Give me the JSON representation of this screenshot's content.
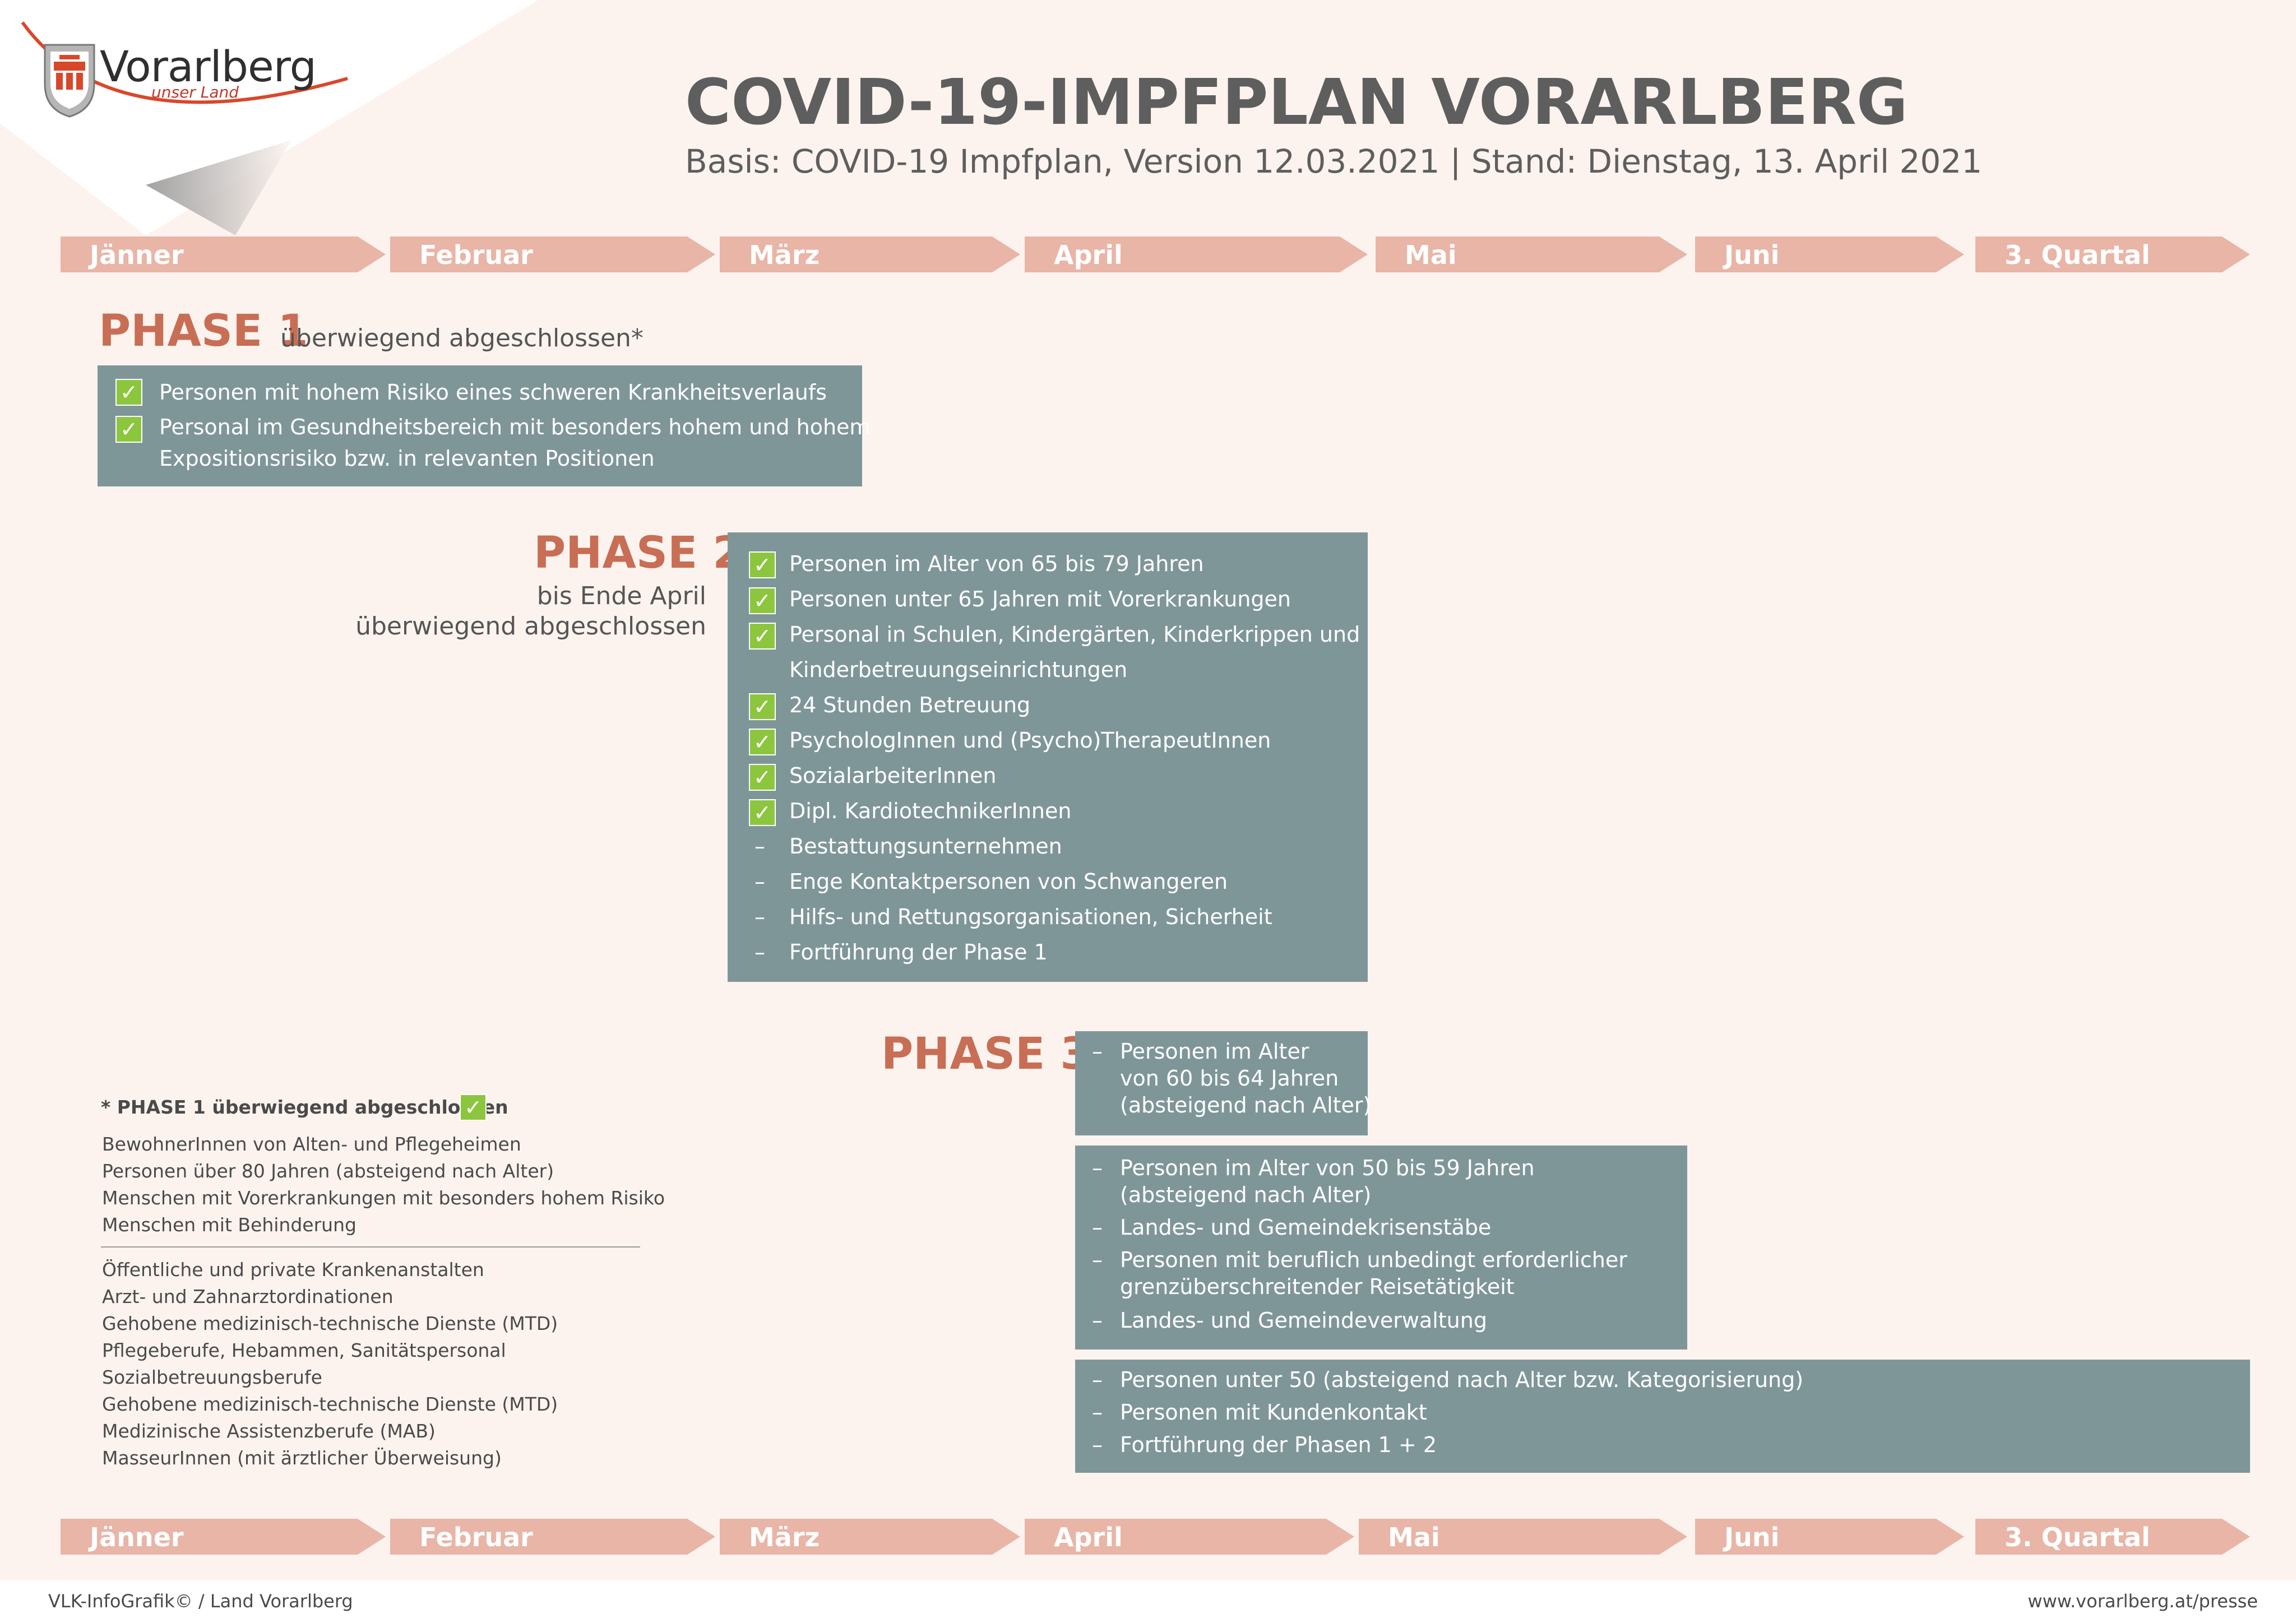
{
  "brand": {
    "name": "Vorarlberg",
    "tagline": "unser Land",
    "accent": "#c86e54",
    "box_color": "#7f9699",
    "check_color": "#8cc63f",
    "timeline_color": "#e8b5a6"
  },
  "header": {
    "title": "COVID-19-IMPFPLAN VORARLBERG",
    "subtitle": "Basis: COVID-19 Impfplan, Version 12.03.2021 | Stand: Dienstag, 13. April 2021"
  },
  "timeline_top": [
    "Jänner",
    "Februar",
    "März",
    "April",
    "Mai",
    "Juni",
    "3. Quartal"
  ],
  "timeline_bottom": [
    "Jänner",
    "Februar",
    "März",
    "April",
    "Mai",
    "Juni",
    "3. Quartal"
  ],
  "phase1": {
    "title": "PHASE 1",
    "status": "überwiegend abgeschlossen*",
    "items": [
      {
        "text": "Personen mit hohem Risiko eines schweren Krankheitsverlaufs",
        "done": true
      },
      {
        "text": "Personal im Gesundheitsbereich mit besonders hohem und hohem",
        "text2": "Expositionsrisiko bzw. in relevanten Positionen",
        "done": true
      }
    ]
  },
  "phase2": {
    "title": "PHASE 2",
    "status_line1": "bis Ende April",
    "status_line2": "überwiegend abgeschlossen",
    "items": [
      {
        "text": "Personen im Alter von 65 bis 79 Jahren",
        "done": true
      },
      {
        "text": "Personen unter 65 Jahren mit Vorerkrankungen",
        "done": true
      },
      {
        "text": "Personal in Schulen, Kindergärten, Kinderkrippen und",
        "done": true
      },
      {
        "text": "Kinderbetreuungseinrichtungen",
        "done": null
      },
      {
        "text": "24 Stunden Betreuung",
        "done": true
      },
      {
        "text": "PsychologInnen und (Psycho)TherapeutInnen",
        "done": true
      },
      {
        "text": "SozialarbeiterInnen",
        "done": true
      },
      {
        "text": "Dipl. KardiotechnikerInnen",
        "done": true
      },
      {
        "text": "Bestattungsunternehmen",
        "done": false
      },
      {
        "text": "Enge Kontaktpersonen von Schwangeren",
        "done": false
      },
      {
        "text": "Hilfs- und Rettungsorganisationen, Sicherheit",
        "done": false
      },
      {
        "text": "Fortführung der Phase 1",
        "done": false
      }
    ]
  },
  "phase3": {
    "title": "PHASE 3",
    "box1": [
      "Personen im Alter",
      "von 60 bis 64 Jahren",
      "(absteigend nach Alter)"
    ],
    "box2": [
      {
        "lines": [
          "Personen im Alter von 50 bis 59 Jahren",
          "(absteigend nach Alter)"
        ]
      },
      {
        "lines": [
          "Landes- und Gemeindekrisenstäbe"
        ]
      },
      {
        "lines": [
          "Personen mit beruflich unbedingt erforderlicher",
          "grenzüberschreitender Reisetätigkeit"
        ]
      },
      {
        "lines": [
          "Landes- und Gemeindeverwaltung"
        ]
      }
    ],
    "box3": [
      "Personen unter 50 (absteigend nach Alter bzw. Kategorisierung)",
      "Personen mit Kundenkontakt",
      "Fortführung der Phasen 1 + 2"
    ]
  },
  "footnote": {
    "title": "* PHASE 1 überwiegend abgeschlossen",
    "group1": [
      "BewohnerInnen von Alten- und Pflegeheimen",
      "Personen über 80 Jahren (absteigend nach Alter)",
      "Menschen mit Vorerkrankungen mit besonders hohem Risiko",
      "Menschen mit Behinderung"
    ],
    "group2": [
      "Öffentliche und private Krankenanstalten",
      "Arzt- und Zahnarztordinationen",
      "Gehobene medizinisch-technische Dienste (MTD)",
      "Pflegeberufe, Hebammen, Sanitätspersonal",
      "Sozialbetreuungsberufe",
      "Gehobene medizinisch-technische Dienste (MTD)",
      "Medizinische Assistenzberufe (MAB)",
      "MasseurInnen (mit ärztlicher Überweisung)"
    ]
  },
  "footer": {
    "left": "VLK-InfoGrafik©   /   Land Vorarlberg",
    "right": "www.vorarlberg.at/presse"
  },
  "check_glyph": "✓",
  "dash_glyph": "–"
}
